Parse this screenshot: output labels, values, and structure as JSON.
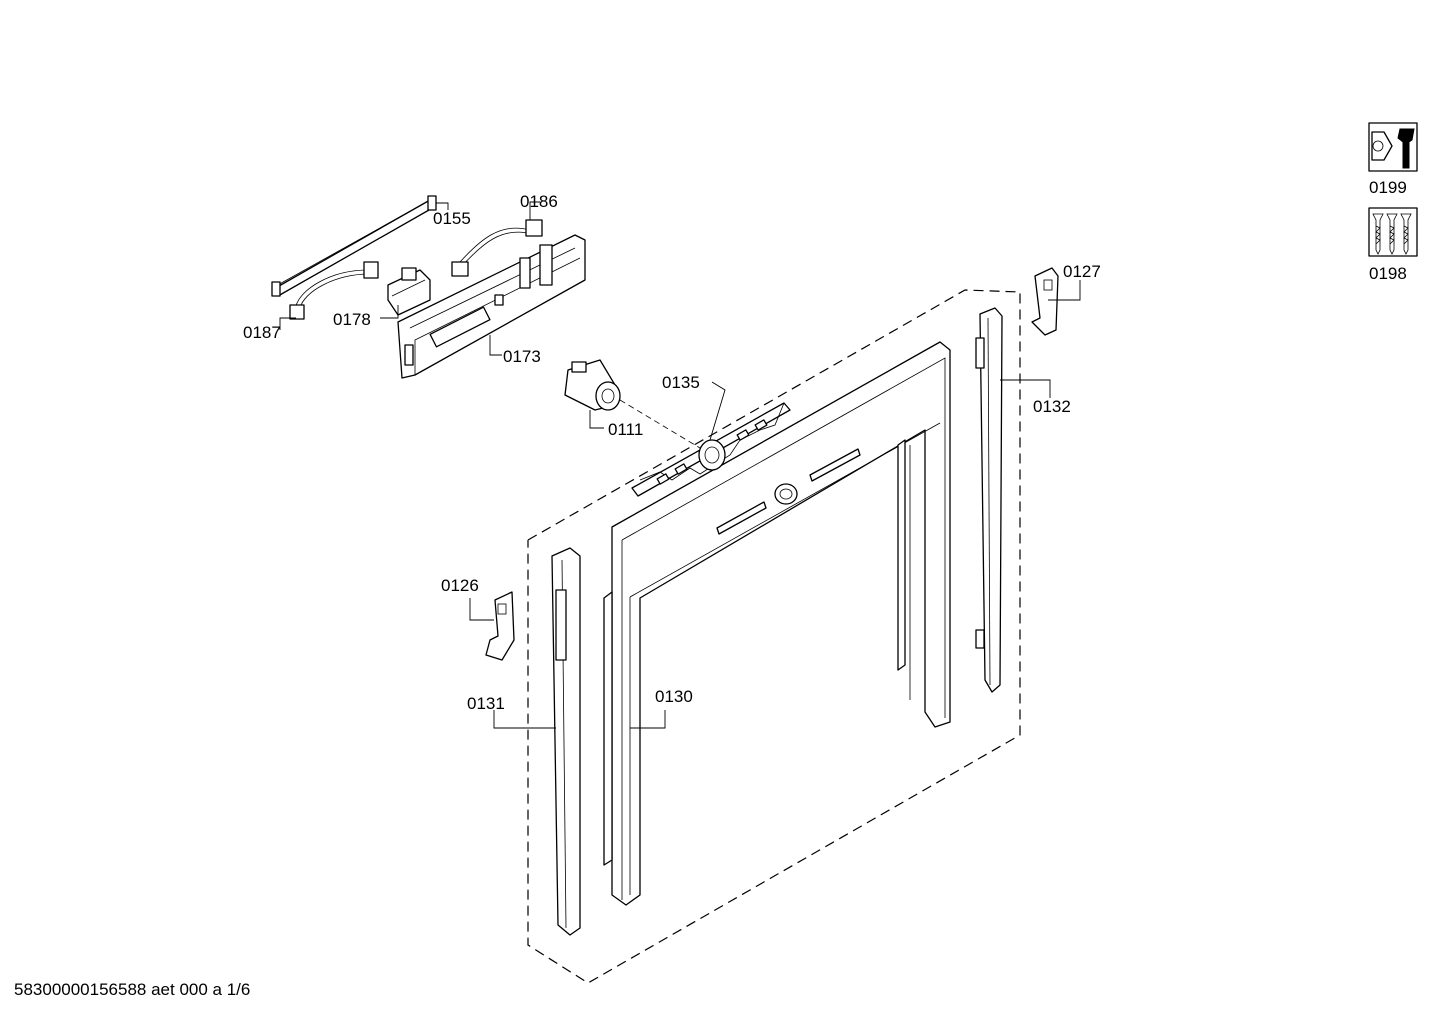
{
  "parts": {
    "p0155": "0155",
    "p0186": "0186",
    "p0187": "0187",
    "p0178": "0178",
    "p0173": "0173",
    "p0111": "0111",
    "p0135": "0135",
    "p0127": "0127",
    "p0132": "0132",
    "p0126": "0126",
    "p0131": "0131",
    "p0130": "0130"
  },
  "legend": {
    "tool_code": "0199",
    "screws_code": "0198"
  },
  "footer": "58300000156588 aet 000 a 1/6",
  "icons": {
    "tool": "wrench-nut-icon",
    "screws": "screws-icon"
  }
}
